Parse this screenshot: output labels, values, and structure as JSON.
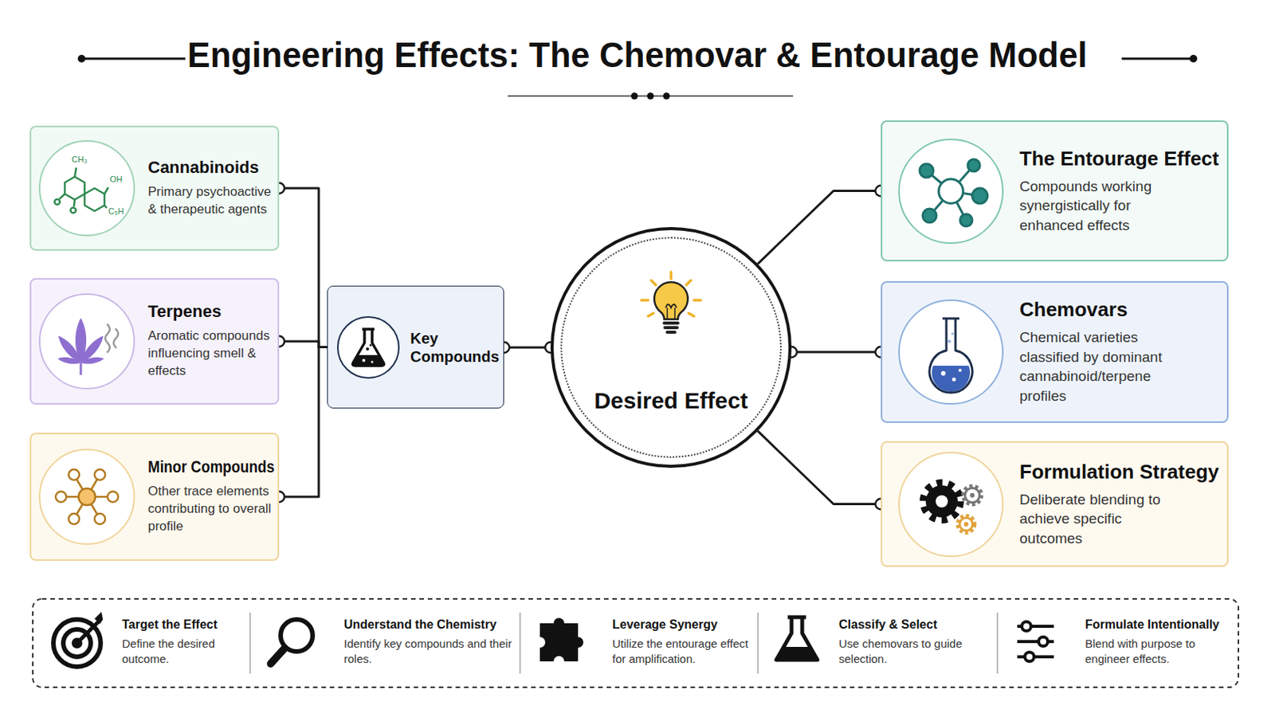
{
  "diagram": {
    "title": "Engineering Effects: The Chemovar & Entourage Model",
    "nodes": [
      {
        "text": [
          "Cannabinoids",
          "Primary psychoactive & therapeutic agents"
        ]
      },
      {
        "text": [
          "Terpenes",
          "Aromatic compounds influencing smell & effects"
        ]
      },
      {
        "text": [
          "Minor Compounds",
          "Other trace elements contributing to overall profile"
        ]
      },
      {
        "text": [
          "Key Compounds"
        ]
      },
      {
        "text": [
          "Desired Effect"
        ]
      },
      {
        "text": [
          "The Entourage Effect",
          "Compounds working synergistically for enhanced effects"
        ]
      },
      {
        "text": [
          "Chemovars",
          "Chemical varieties classified by dominant cannabinoid/terpene profiles"
        ]
      },
      {
        "text": [
          "Formulation Strategy",
          "Deliberate blending to achieve specific outcomes"
        ]
      },
      {
        "text": [
          "Target the Effect",
          "Define the desired outcome."
        ]
      },
      {
        "text": [
          "Understand the Chemistry",
          "Identify key compounds and their roles."
        ]
      },
      {
        "text": [
          "Leverage Synergy",
          "Utilize the entourage effect for amplification."
        ]
      },
      {
        "text": [
          "Classify & Select",
          "Use chemovars to guide selection."
        ]
      },
      {
        "text": [
          "Formulate Intentionally",
          "Blend with purpose to engineer effects."
        ]
      }
    ],
    "edges": [
      {
        "from": 0,
        "to": 3,
        "arrow": "none"
      },
      {
        "from": 1,
        "to": 3,
        "arrow": "none"
      },
      {
        "from": 2,
        "to": 3,
        "arrow": "none"
      },
      {
        "from": 3,
        "to": 4,
        "arrow": "none"
      },
      {
        "from": 4,
        "to": 5,
        "arrow": "none"
      },
      {
        "from": 4,
        "to": 6,
        "arrow": "none"
      },
      {
        "from": 4,
        "to": 7,
        "arrow": "none"
      }
    ],
    "labels": [
      "CH₃",
      "OH",
      "C₅H"
    ]
  }
}
